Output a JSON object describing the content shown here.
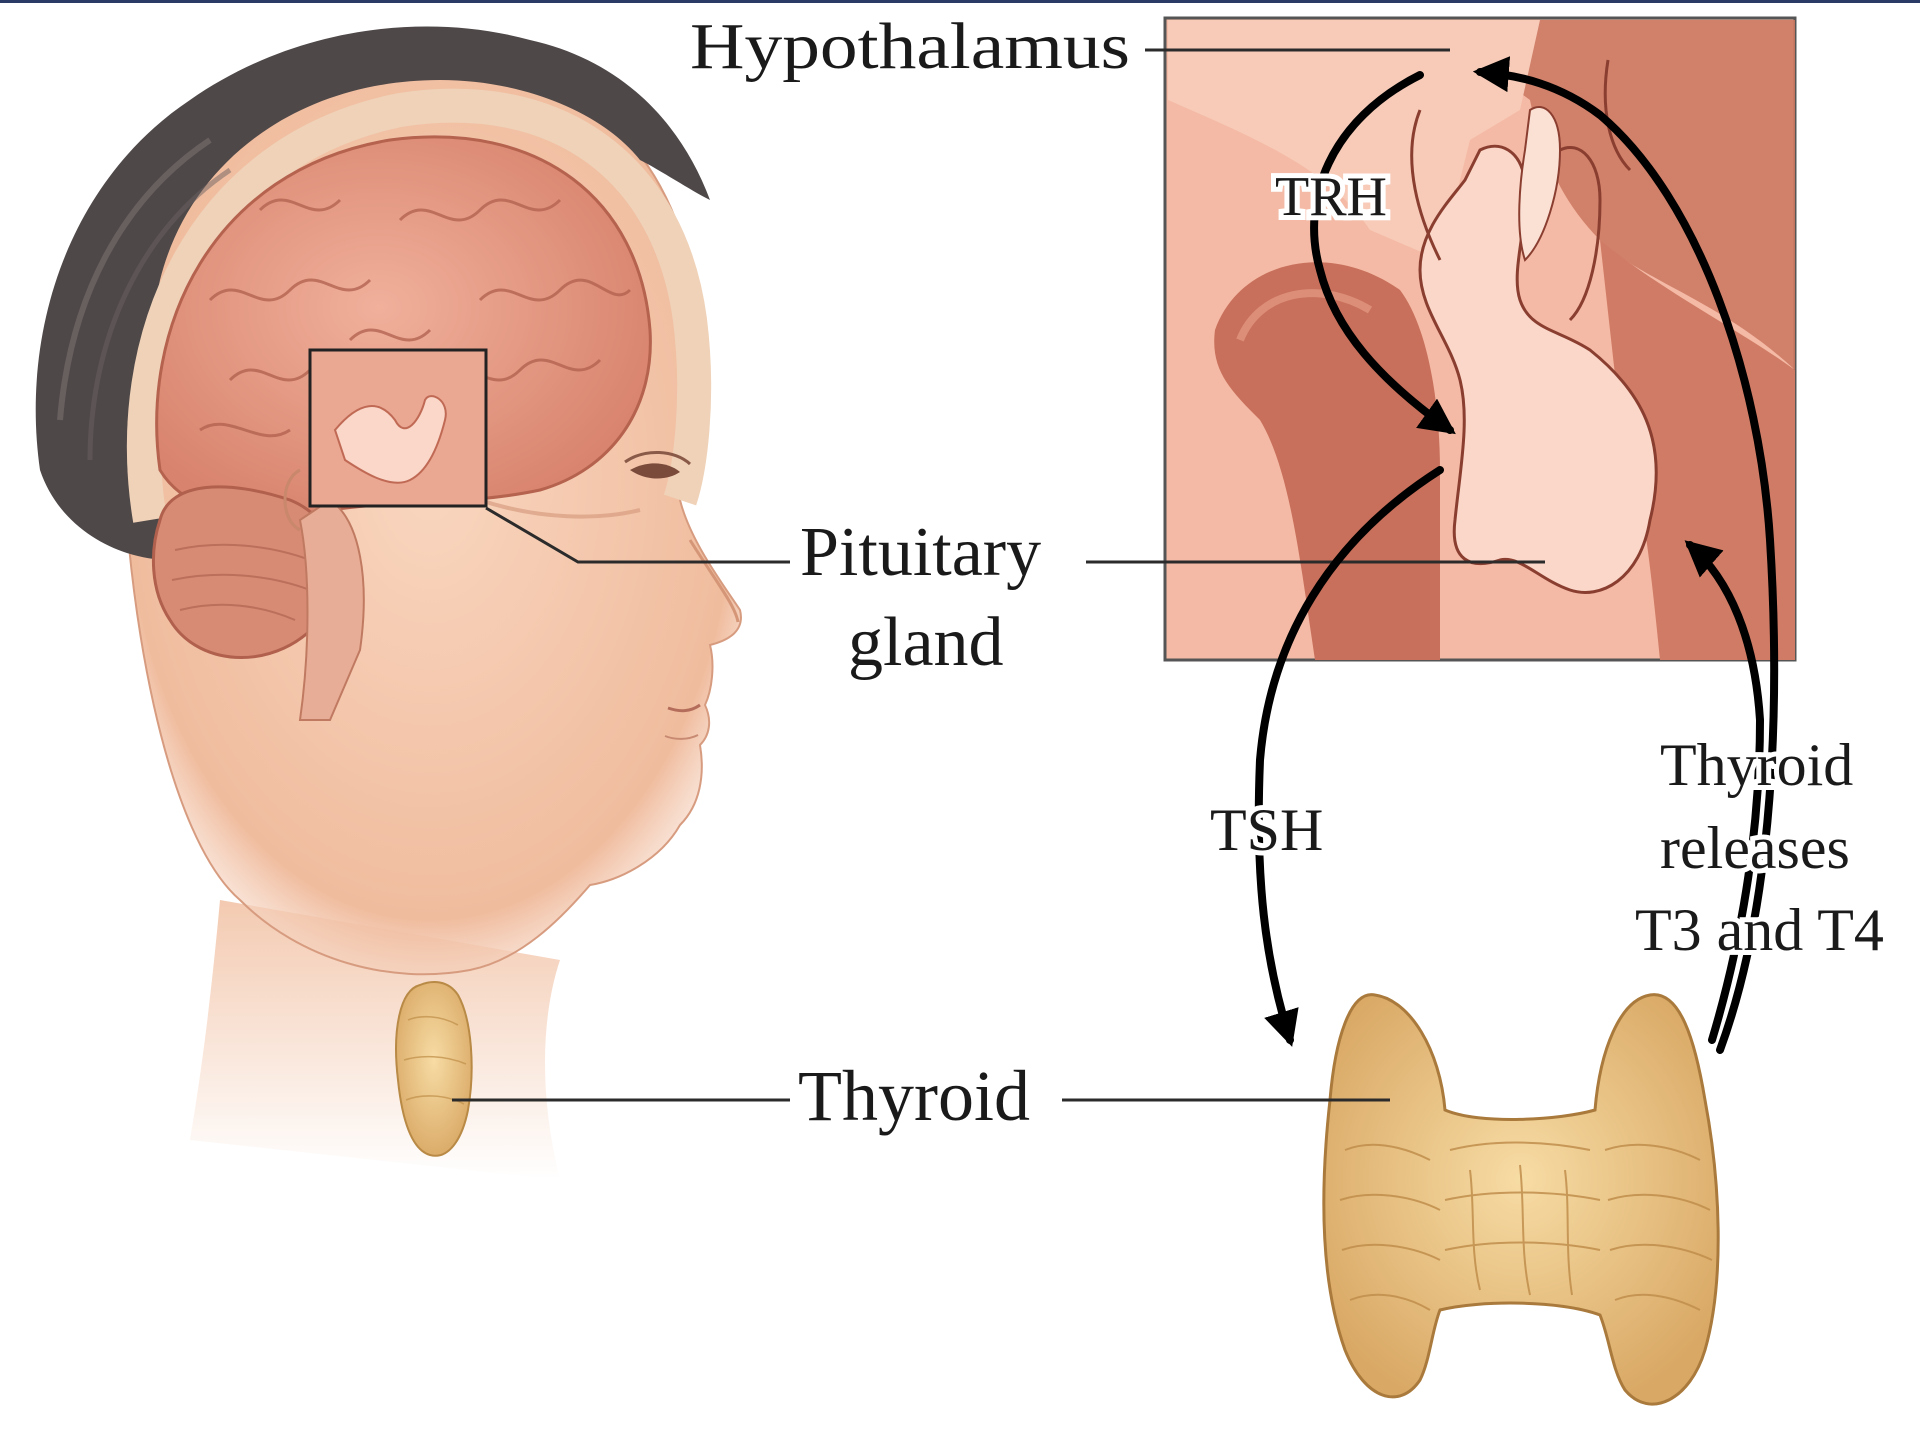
{
  "labels": {
    "hypothalamus": "Hypothalamus",
    "trh": "TRH",
    "pituitary_line1": "Pituitary",
    "pituitary_line2": "gland",
    "tsh": "TSH",
    "thyroid_release_line1": "Thyroid",
    "thyroid_release_line2": "releases",
    "thyroid_release_line3": "T3 and T4",
    "thyroid": "Thyroid"
  },
  "colors": {
    "skin": "#f2c4a8",
    "skin_shadow": "#e2a487",
    "brain": "#e59e8a",
    "brain_dark": "#c8705e",
    "hair": "#4a4444",
    "inset_bg": "#f6c3b0",
    "inset_tissue": "#c06a55",
    "inset_light": "#fad7c8",
    "thyroid_gland": "#efc884",
    "thyroid_dark": "#c99650",
    "arrow": "#000000",
    "leader_line": "#2b2b2b"
  }
}
